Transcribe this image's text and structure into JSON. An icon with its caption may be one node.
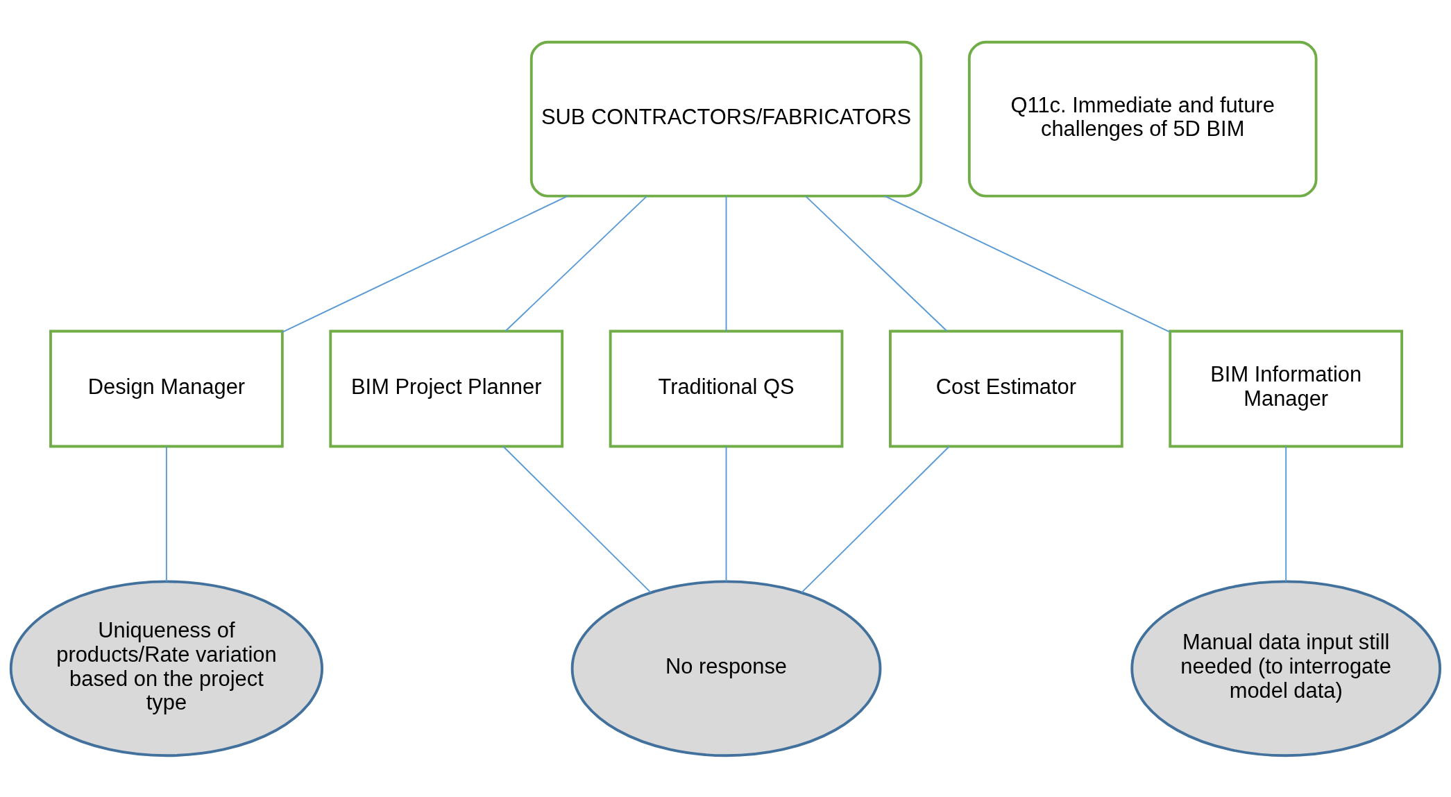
{
  "diagram": {
    "nodes": [
      {
        "text": [
          "SUB CONTRACTORS/FABRICATORS"
        ]
      },
      {
        "text": [
          "Q11c. Immediate and future challenges of 5D BIM"
        ]
      },
      {
        "text": [
          "Design Manager"
        ]
      },
      {
        "text": [
          "BIM Project Planner"
        ]
      },
      {
        "text": [
          "Traditional QS"
        ]
      },
      {
        "text": [
          "BIM Information Manager"
        ]
      },
      {
        "text": [
          "Cost Estimator"
        ]
      },
      {
        "text": [
          "Uniqueness of products/Rate variation based on the project type"
        ]
      },
      {
        "text": [
          "Manual data input still needed (to interrogate model data)"
        ]
      },
      {
        "text": [
          "No response"
        ]
      }
    ],
    "edges": [
      {
        "from": 0,
        "to": 2,
        "arrow": "none"
      },
      {
        "from": 0,
        "to": 3,
        "arrow": "none"
      },
      {
        "from": 0,
        "to": 4,
        "arrow": "none"
      },
      {
        "from": 0,
        "to": 5,
        "arrow": "none"
      },
      {
        "from": 0,
        "to": 6,
        "arrow": "none"
      },
      {
        "from": 2,
        "to": 7,
        "arrow": "none"
      },
      {
        "from": 3,
        "to": 9,
        "arrow": "none"
      },
      {
        "from": 4,
        "to": 9,
        "arrow": "none"
      },
      {
        "from": 5,
        "to": 8,
        "arrow": "none"
      },
      {
        "from": 6,
        "to": 9,
        "arrow": "none"
      }
    ]
  }
}
